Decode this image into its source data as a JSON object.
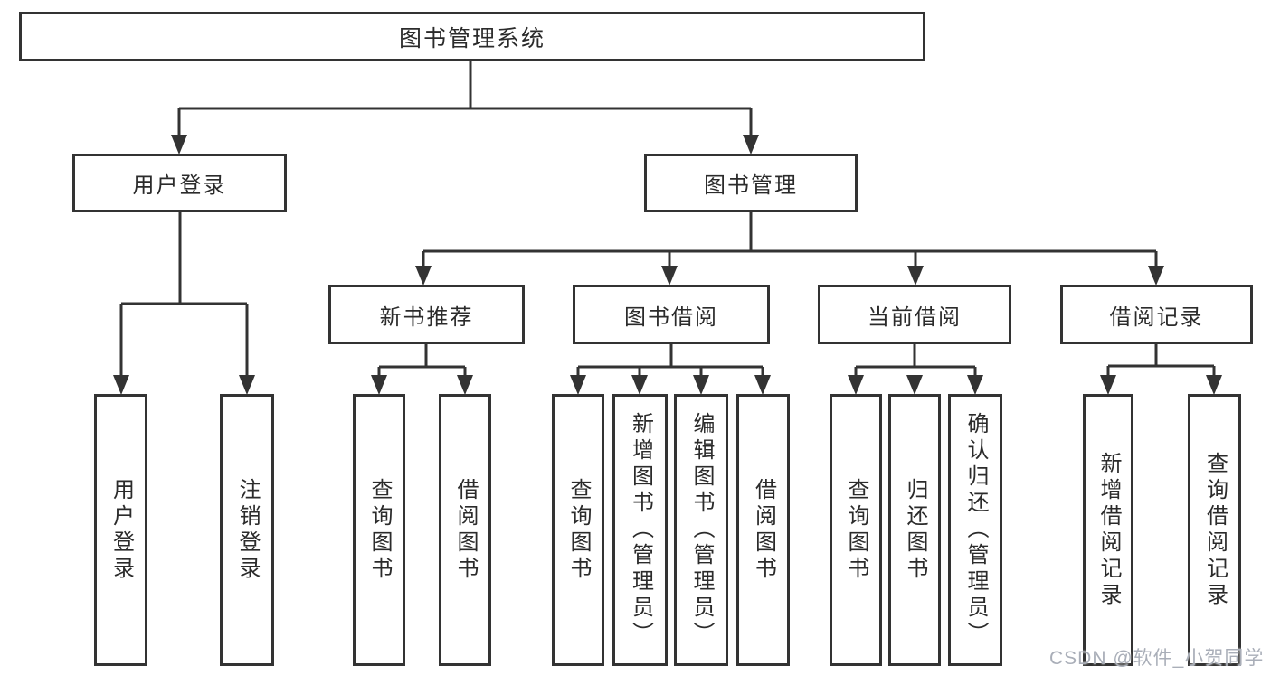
{
  "diagram": {
    "label": "图书管理系统",
    "children": [
      {
        "label": "用户登录",
        "children": [
          {
            "label": "用户登录"
          },
          {
            "label": "注销登录"
          }
        ]
      },
      {
        "label": "图书管理",
        "children": [
          {
            "label": "新书推荐",
            "children": [
              {
                "label": "查询图书"
              },
              {
                "label": "借阅图书"
              }
            ]
          },
          {
            "label": "图书借阅",
            "children": [
              {
                "label": "查询图书"
              },
              {
                "label": "新增图书（管理员）"
              },
              {
                "label": "编辑图书（管理员）"
              },
              {
                "label": "借阅图书"
              }
            ]
          },
          {
            "label": "当前借阅",
            "children": [
              {
                "label": "查询图书"
              },
              {
                "label": "归还图书"
              },
              {
                "label": "确认归还（管理员）"
              }
            ]
          },
          {
            "label": "借阅记录",
            "children": [
              {
                "label": "新增借阅记录"
              },
              {
                "label": "查询借阅记录"
              }
            ]
          }
        ]
      }
    ]
  },
  "watermark": {
    "text": "CSDN @软件_小贺同学"
  },
  "colors": {
    "line": "#333333",
    "text": "#2b2b2b",
    "watermark": "#a9aeb8",
    "background": "#ffffff"
  }
}
